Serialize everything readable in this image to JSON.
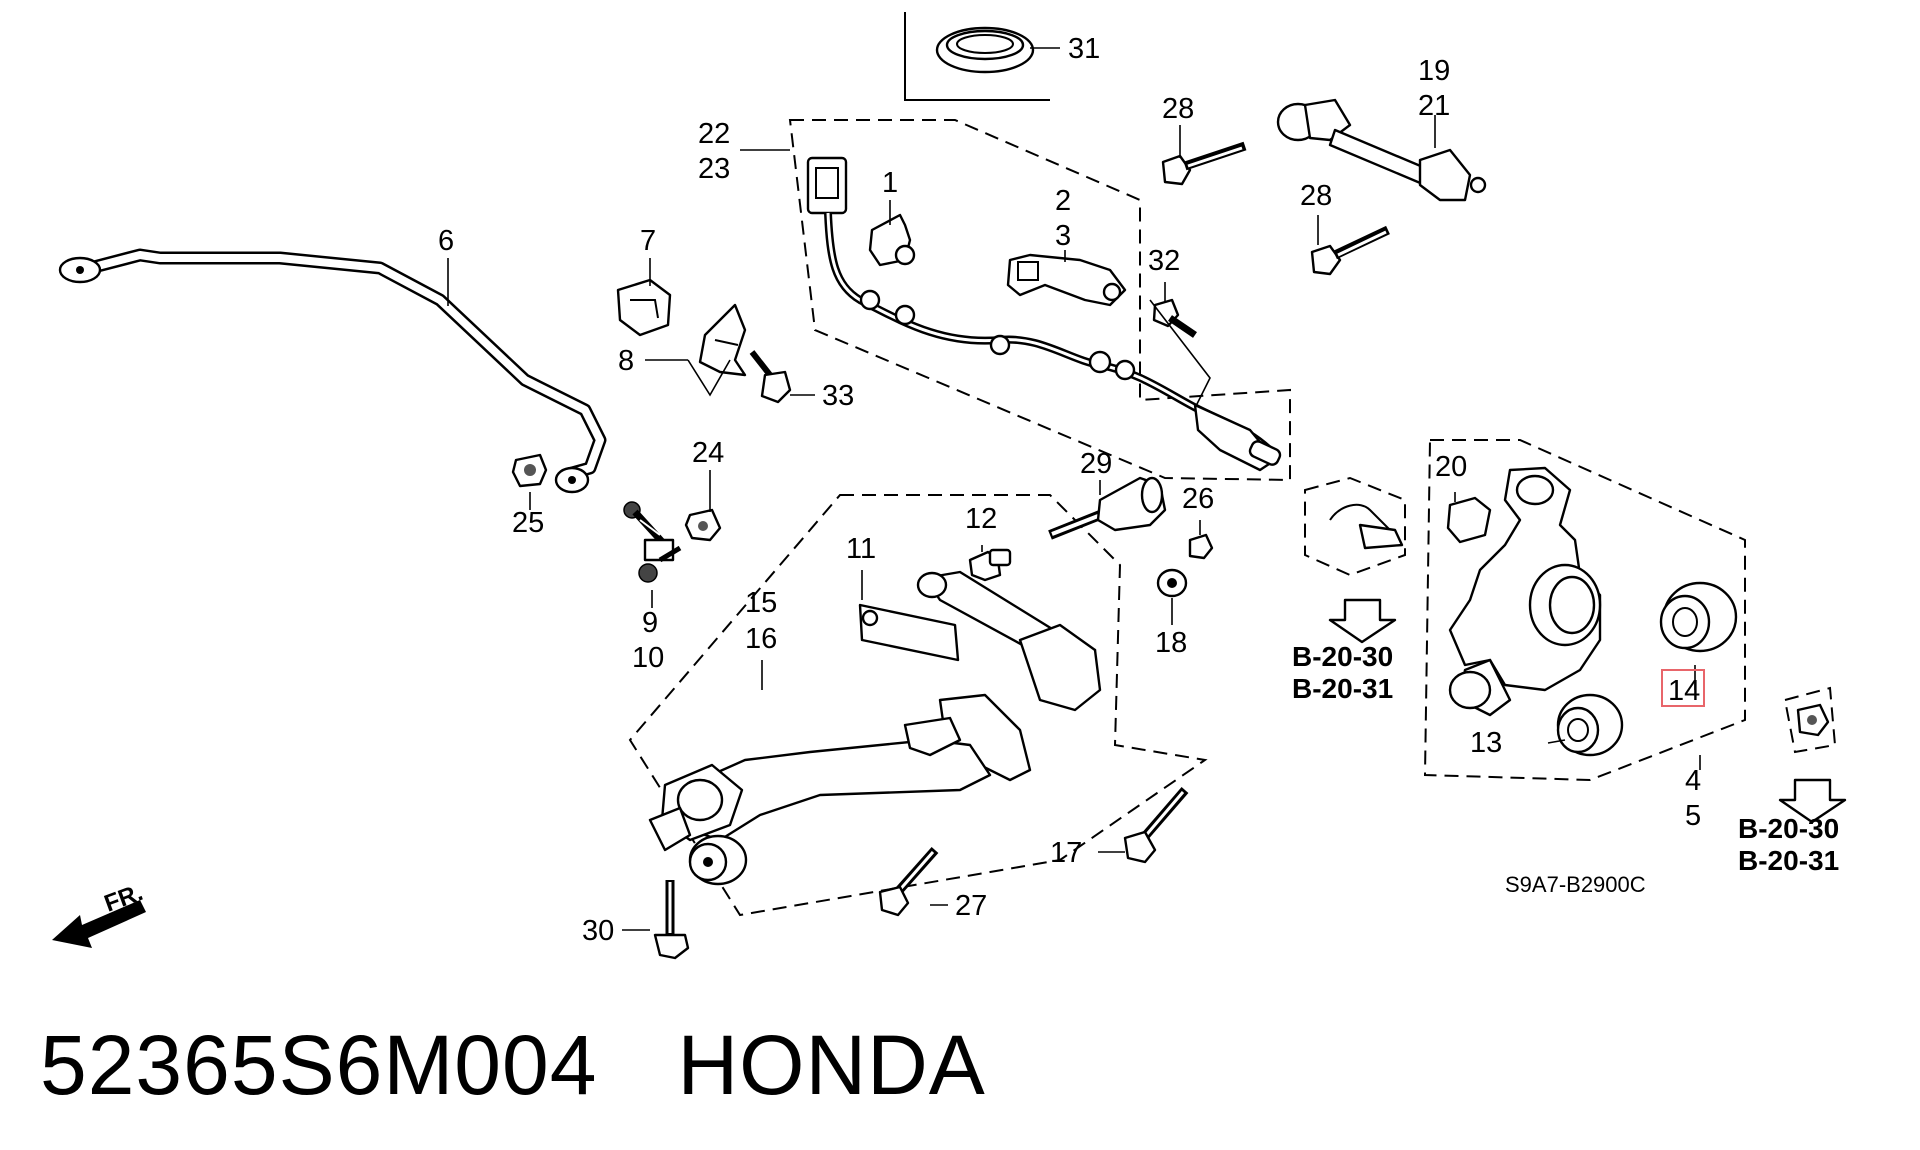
{
  "callouts": [
    "31",
    "22",
    "23",
    "1",
    "2",
    "3",
    "28",
    "19",
    "21",
    "28",
    "32",
    "6",
    "7",
    "8",
    "33",
    "24",
    "25",
    "9",
    "10",
    "29",
    "26",
    "12",
    "11",
    "15",
    "16",
    "18",
    "20",
    "14",
    "13",
    "4",
    "5",
    "17",
    "27",
    "30"
  ],
  "refs": [
    "B-20-30",
    "B-20-31",
    "B-20-30",
    "B-20-31"
  ],
  "diagram_code": "S9A7-B2900C",
  "direction_label": "FR.",
  "highlighted_callout": "14",
  "colors": {
    "highlight": "#e8656a",
    "ink": "#000000",
    "background": "#ffffff"
  },
  "caption": {
    "part_number": "52365S6M004",
    "brand": "HONDA"
  }
}
